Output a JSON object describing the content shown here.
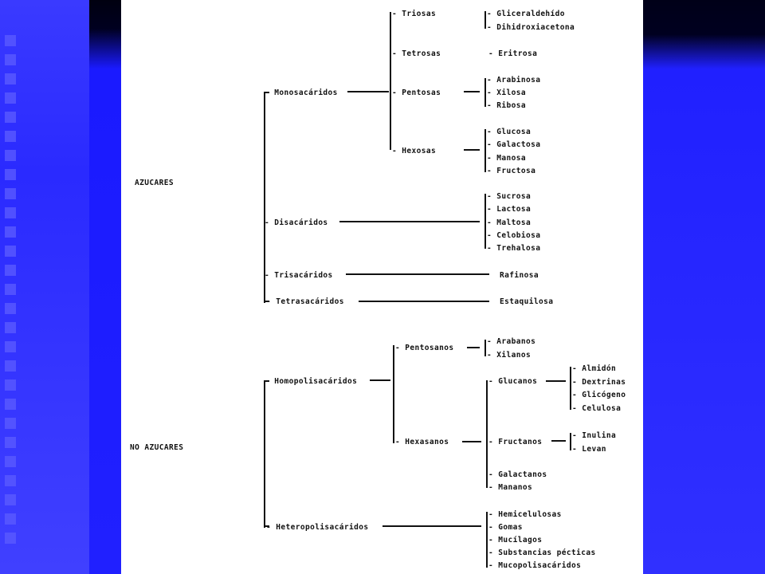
{
  "azucares": {
    "label": "AZUCARES",
    "monosacaridos": {
      "label": "- Monosacáridos",
      "triosas": {
        "label": "- Triosas",
        "items": [
          "- Gliceraldehído",
          "- Dihidroxiacetona"
        ]
      },
      "tetrosas": {
        "label": "- Tetrosas",
        "items": [
          "- Eritrosa"
        ]
      },
      "pentosas": {
        "label": "- Pentosas",
        "items": [
          "- Arabinosa",
          "- Xilosa",
          "- Ribosa"
        ]
      },
      "hexosas": {
        "label": "- Hexosas",
        "items": [
          "- Glucosa",
          "- Galactosa",
          "- Manosa",
          "- Fructosa"
        ]
      }
    },
    "disacaridos": {
      "label": "- Disacáridos",
      "items": [
        "- Sucrosa",
        "- Lactosa",
        "- Maltosa",
        "- Celobiosa",
        "- Trehalosa"
      ]
    },
    "trisacaridos": {
      "label": "- Trisacáridos",
      "item": "Rafinosa"
    },
    "tetrasacaridos": {
      "label": "- Tetrasacáridos",
      "item": "Estaquilosa"
    }
  },
  "no_azucares": {
    "label": "NO AZUCARES",
    "homopolisacaridos": {
      "label": "- Homopolisacáridos",
      "pentosanos": {
        "label": "- Pentosanos",
        "items": [
          "- Arabanos",
          "- Xilanos"
        ]
      },
      "hexasanos": {
        "label": "- Hexasanos",
        "glucanos": {
          "label": "- Glucanos",
          "items": [
            "- Almidón",
            "- Dextrinas",
            "- Glicógeno",
            "- Celulosa"
          ]
        },
        "fructanos": {
          "label": "- Fructanos",
          "items": [
            "- Inulina",
            "- Levan"
          ]
        },
        "galactanos": "- Galactanos",
        "mananos": "- Mananos"
      }
    },
    "heteropolisacaridos": {
      "label": "- Heteropolisacáridos",
      "items": [
        "- Hemicelulosas",
        "- Gomas",
        "- Mucílagos",
        "- Substancias pécticas",
        "- Mucopolisacáridos"
      ]
    }
  }
}
